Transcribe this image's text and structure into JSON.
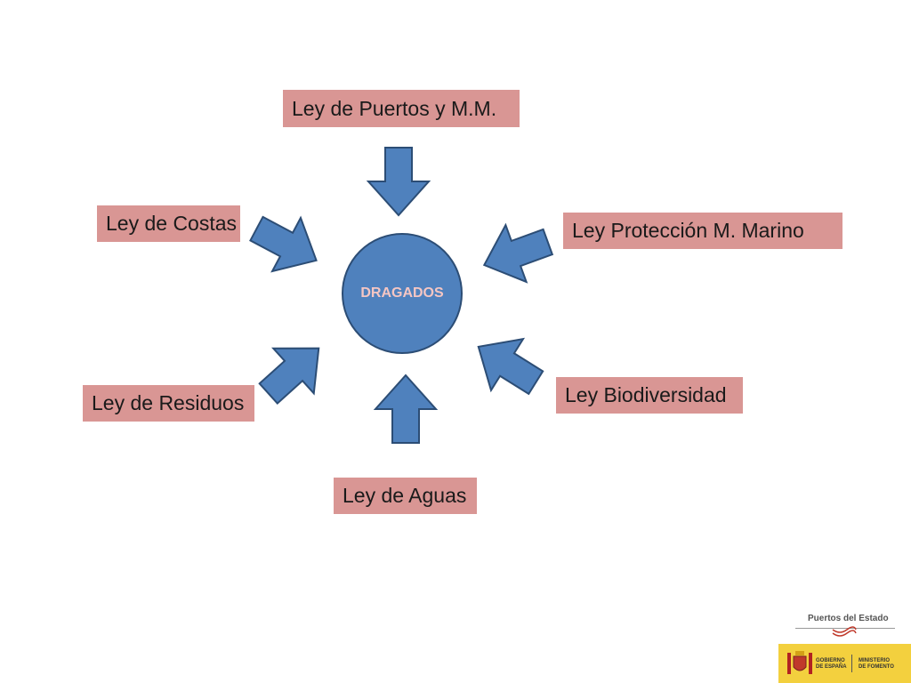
{
  "diagram": {
    "center_label": "DRAGADOS",
    "laws": {
      "puertos": "Ley de Puertos y M.M.",
      "costas": "Ley de Costas",
      "proteccion": "Ley Protección M. Marino",
      "residuos": "Ley de Residuos",
      "biodiversidad": "Ley Biodiversidad",
      "aguas": "Ley de Aguas"
    }
  },
  "logos": {
    "puertos_del_estado": "Puertos del Estado",
    "gobierno_line1": "GOBIERNO",
    "gobierno_line2": "DE ESPAÑA",
    "ministerio_line1": "MINISTERIO",
    "ministerio_line2": "DE FOMENTO"
  },
  "colors": {
    "box_fill": "#d99694",
    "arrow_fill": "#4f81bd",
    "arrow_stroke": "#2c4d75",
    "circle_fill": "#4f81bd",
    "center_text": "#f5c6c3",
    "logo_band": "#f3d03e"
  }
}
